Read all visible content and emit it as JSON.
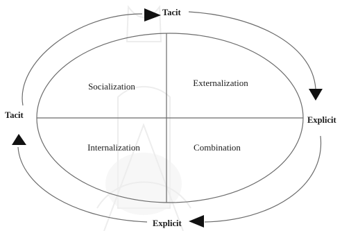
{
  "diagram": {
    "quadrants": {
      "top_left": "Socialization",
      "top_right": "Externalization",
      "bottom_left": "Internalization",
      "bottom_right": "Combination"
    },
    "outer_labels": {
      "top": "Tacit",
      "right": "Explicit",
      "bottom": "Explicit",
      "left": "Tacit"
    }
  }
}
